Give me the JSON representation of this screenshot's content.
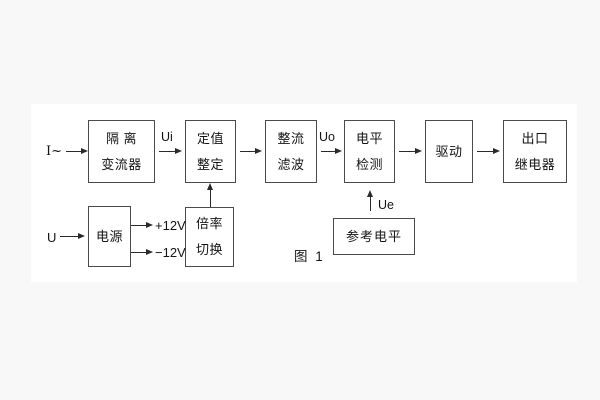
{
  "figure": {
    "caption": "图 1",
    "inputs": {
      "current": "I~",
      "voltage": "U"
    },
    "signal_labels": {
      "ui": "Ui",
      "uo": "Uo",
      "ue": "Ue",
      "plus_12v": "+12V",
      "minus_12v": "−12V"
    },
    "blocks": {
      "isolation": {
        "line1": "隔 离",
        "line2": "变流器"
      },
      "setting": {
        "line1": "定值",
        "line2": "整定"
      },
      "rectify_filter": {
        "line1": "整流",
        "line2": "滤波"
      },
      "level_detect": {
        "line1": "电平",
        "line2": "检测"
      },
      "drive": {
        "line1": "驱动"
      },
      "output_relay": {
        "line1": "出口",
        "line2": "继电器"
      },
      "power": {
        "line1": "电源"
      },
      "ratio_switch": {
        "line1": "倍率",
        "line2": "切换"
      },
      "reference_level": {
        "line1": "参考电平"
      }
    },
    "colors": {
      "line": "#2a2a2a",
      "box_border": "#4a4a4a",
      "page": "#ffffff",
      "background": "#f8f8f8"
    }
  }
}
